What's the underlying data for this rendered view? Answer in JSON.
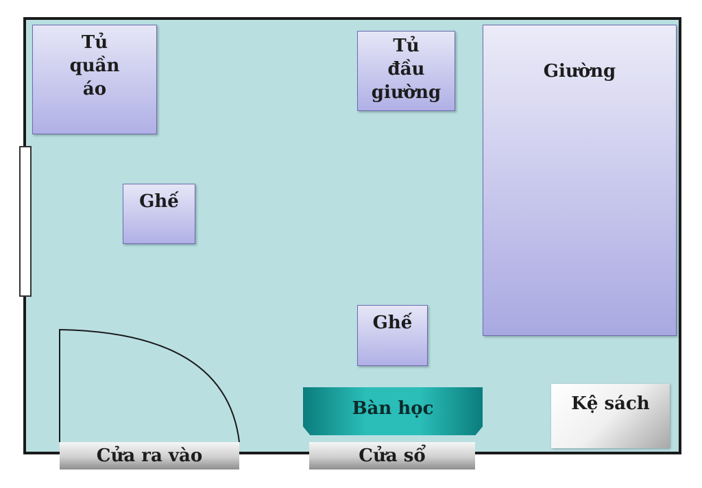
{
  "furniture": {
    "wardrobe": "Tủ\nquần\náo",
    "nightstand": "Tủ\nđầu\ngiường",
    "bed": "Giường",
    "chair_left": "Ghế",
    "chair_center": "Ghế",
    "desk": "Bàn học",
    "bookshelf": "Kệ sách"
  },
  "openings": {
    "door": "Cửa ra vào",
    "window": "Cửa sổ"
  },
  "colors": {
    "floor": "#b9dfe1",
    "furniture_top": "#e6e6f7",
    "furniture_bottom": "#b0b0e6",
    "desk": "#2bbdb8",
    "wall": "#1a1a1a"
  }
}
